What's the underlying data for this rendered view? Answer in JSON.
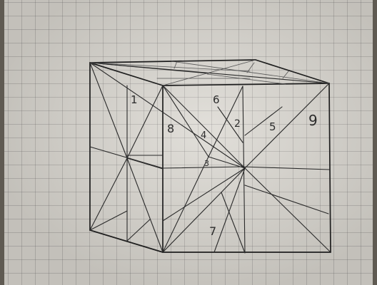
{
  "photo": {
    "description_free": true,
    "region_labels": [
      "1",
      "6",
      "8",
      "4",
      "2",
      "5",
      "9",
      "3",
      "7"
    ]
  }
}
